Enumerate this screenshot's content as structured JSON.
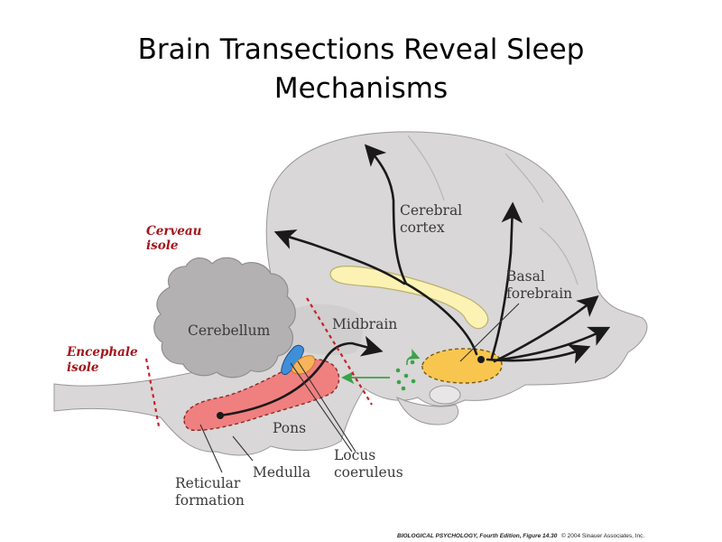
{
  "slide": {
    "title_line1": "Brain Transections Reveal Sleep",
    "title_line2": "Mechanisms"
  },
  "labels": {
    "cerebral_cortex_1": "Cerebral",
    "cerebral_cortex_2": "cortex",
    "basal_forebrain_1": "Basal",
    "basal_forebrain_2": "forebrain",
    "midbrain": "Midbrain",
    "cerebellum": "Cerebellum",
    "pons": "Pons",
    "medulla": "Medulla",
    "reticular_1": "Reticular",
    "reticular_2": "formation",
    "locus_1": "Locus",
    "locus_2": "coeruleus",
    "cerveau_1": "Cerveau",
    "cerveau_2": "isole",
    "encephale_1": "Encephale",
    "encephale_2": "isole"
  },
  "credit": {
    "book": "BIOLOGICAL PSYCHOLOGY, Fourth Edition, Figure 14.30",
    "copyright": "© 2004 Sinauer Associates, Inc."
  },
  "colors": {
    "brain": "#d9d7d7",
    "cerebellum": "#b3b1b1",
    "outline": "#8f8d8d",
    "reticular": "#f07f7f",
    "basal_forebrain": "#f8c64e",
    "yellow_tract": "#fbf2b3",
    "locus": "#3f8fd8",
    "green": "#3aa24a",
    "cut_line": "#c8202a",
    "arrow": "#1a1a1a"
  }
}
